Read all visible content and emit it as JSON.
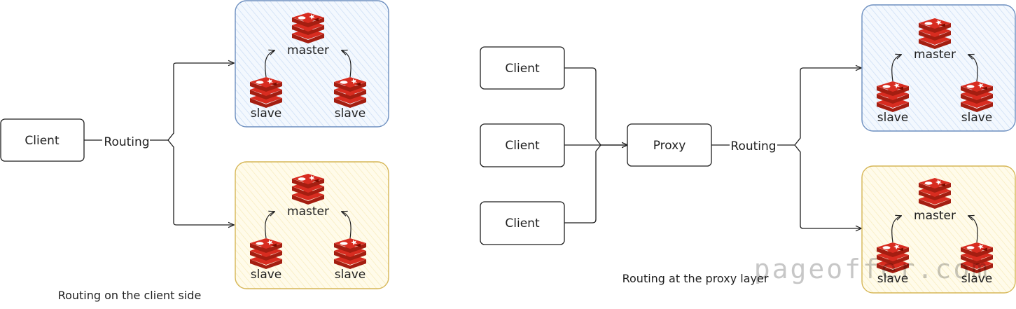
{
  "left": {
    "client": "Client",
    "routing": "Routing",
    "caption": "Routing on the client side",
    "clusters": [
      {
        "master": "master",
        "slaves": [
          "slave",
          "slave"
        ],
        "fill": "#dae8fc",
        "stroke": "#6c8ebf"
      },
      {
        "master": "master",
        "slaves": [
          "slave",
          "slave"
        ],
        "fill": "#fff2cc",
        "stroke": "#d6b656"
      }
    ]
  },
  "right": {
    "clients": [
      "Client",
      "Client",
      "Client"
    ],
    "proxy": "Proxy",
    "routing": "Routing",
    "caption": "Routing at the proxy layer",
    "clusters": [
      {
        "master": "master",
        "slaves": [
          "slave",
          "slave"
        ],
        "fill": "#dae8fc",
        "stroke": "#6c8ebf"
      },
      {
        "master": "master",
        "slaves": [
          "slave",
          "slave"
        ],
        "fill": "#fff2cc",
        "stroke": "#d6b656"
      }
    ]
  },
  "watermark": "pageoffer.com",
  "icons": {
    "db": "redis-icon"
  },
  "colors": {
    "redis_red": "#c6302b",
    "redis_dark": "#a41e11",
    "line": "#1e1e1e"
  }
}
